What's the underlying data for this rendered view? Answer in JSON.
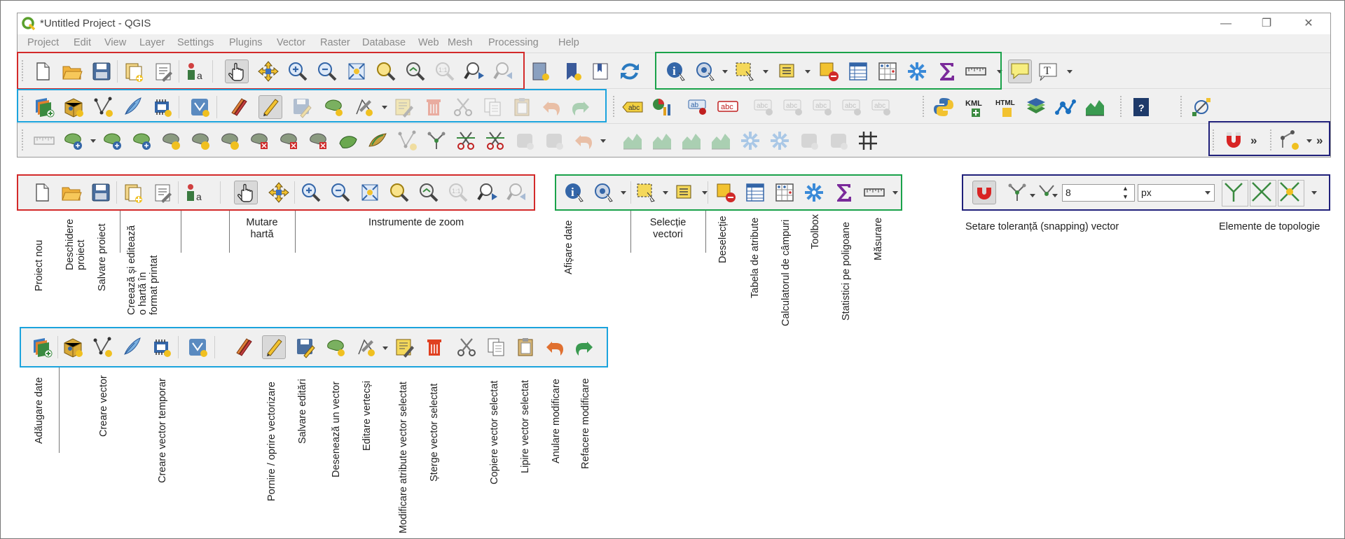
{
  "window": {
    "title": "*Untitled Project - QGIS",
    "controls": [
      "—",
      "❐",
      "✕"
    ]
  },
  "menu": [
    "Project",
    "Edit",
    "View",
    "Layer",
    "Settings",
    "Plugins",
    "Vector",
    "Raster",
    "Database",
    "Web",
    "Mesh",
    "Processing",
    "Help"
  ],
  "snapping": {
    "tolerance": "8",
    "unit": "px"
  },
  "labels": {
    "proiect_nou": "Proiect nou",
    "deschidere_proiect": "Deschidere\nproiect",
    "salvare_proiect": "Salvare proiect",
    "creeaza_harta": "Creează și editează\no hartă în\nformat printat",
    "mutare_harta": "Mutare\nhartă",
    "instrumente_zoom": "Instrumente de zoom",
    "afisare_date": "Afișare date",
    "selectie_vectori": "Selecție\nvectori",
    "deselectie": "Deselecție",
    "tabela_atribute": "Tabela de atribute",
    "calculator_campuri": "Calculatorul de câmpuri",
    "toolbox": "Toolbox",
    "statistici_poligoane": "Statistici pe poligoane",
    "masurare": "Măsurare",
    "setare_toleranta": "Setare toleranță (snapping) vector",
    "elemente_topologie": "Elemente de topologie",
    "adaugare_date": "Adăugare date",
    "creare_vector": "Creare vector",
    "creare_vector_temporar": "Creare vector temporar",
    "pornire_oprire": "Pornire / oprire vectorizare",
    "salvare_editari": "Salvare editări",
    "deseneaza_vector": "Desenează un vector",
    "editare_vertecsi": "Editare vertecși",
    "modificare_atribute": "Modificare atribute vector selectat",
    "sterge_vector": "Șterge vector selectat",
    "copiere_vector": "Copiere vector selectat",
    "lipire_vector": "Lipire vector selectat",
    "anulare_modificare": "Anulare modificare",
    "refacere_modificare": "Refacere modificare"
  },
  "colors": {
    "red_box": "#d32a2a",
    "green_box": "#1aa24a",
    "blue_box": "#1ba3dd",
    "navy_box": "#20207a"
  }
}
